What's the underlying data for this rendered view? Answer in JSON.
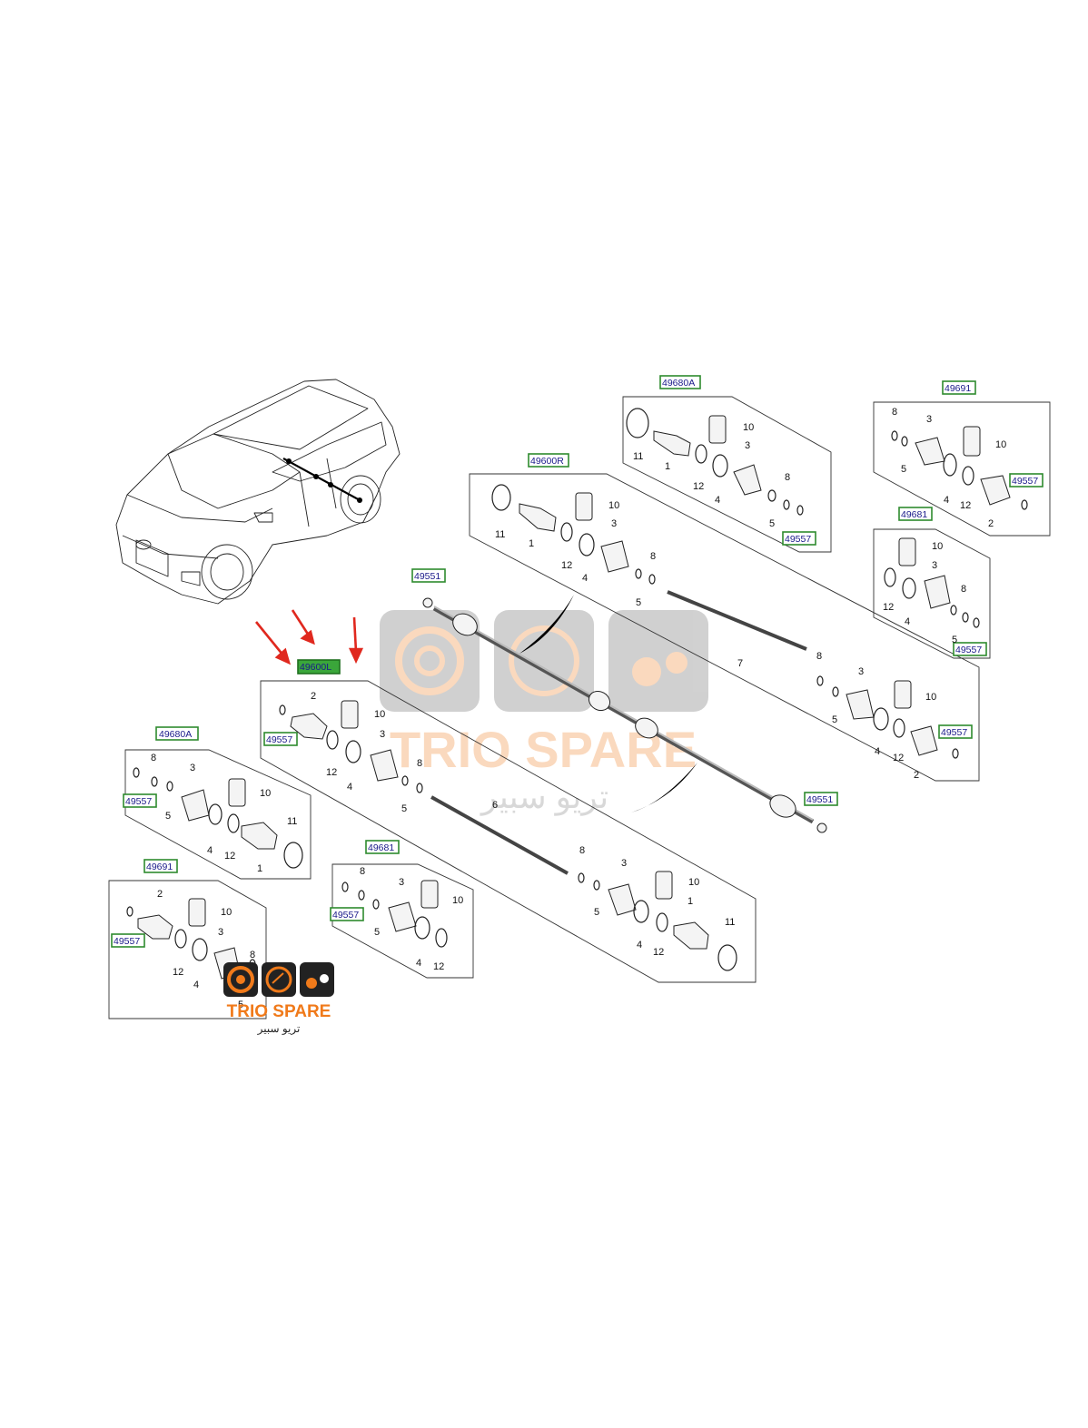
{
  "diagram": {
    "main_label": "49600L",
    "left_front_shaft_label": "49600R",
    "groups": {
      "top_a": {
        "ref": "49680A",
        "numbers": [
          "11",
          "1",
          "10",
          "12",
          "4",
          "3",
          "5",
          "8"
        ],
        "sub_ref": "49557"
      },
      "top_b": {
        "ref": "49691",
        "numbers": [
          "8",
          "3",
          "10",
          "5",
          "4",
          "12",
          "2"
        ],
        "sub_ref": "49557"
      },
      "mid_b": {
        "ref": "49681",
        "numbers": [
          "10",
          "3",
          "12",
          "4",
          "8",
          "5"
        ],
        "sub_ref": "49557"
      },
      "shaft_r": {
        "ref": "49600R",
        "numbers": [
          "11",
          "1",
          "10",
          "12",
          "4",
          "3",
          "5",
          "8",
          "7",
          "8",
          "3",
          "10",
          "5",
          "4",
          "12",
          "2"
        ],
        "sub_ref": "49557"
      },
      "shaft_l": {
        "ref": "49600L",
        "numbers": [
          "2",
          "10",
          "12",
          "4",
          "3",
          "5",
          "8",
          "6",
          "8",
          "5",
          "3",
          "10",
          "4",
          "12",
          "1",
          "11"
        ],
        "sub_ref": "49557"
      },
      "left_a": {
        "ref": "49680A",
        "numbers": [
          "8",
          "3",
          "5",
          "10",
          "4",
          "12",
          "11",
          "1"
        ],
        "sub_ref": "49557"
      },
      "left_b": {
        "ref": "49691",
        "numbers": [
          "2",
          "10",
          "12",
          "4",
          "3",
          "8",
          "5"
        ],
        "sub_ref": "49557"
      },
      "left_c": {
        "ref": "49681",
        "numbers": [
          "8",
          "3",
          "10",
          "5",
          "4",
          "12"
        ],
        "sub_ref": "49557"
      }
    },
    "nut_ref_top": "49551",
    "nut_ref_bottom": "49551"
  },
  "watermark": {
    "brand": "TRIO SPARE",
    "arabic": "تريو سبير"
  },
  "logo": {
    "brand": "TRIO SPARE",
    "arabic": "تريو سبير"
  },
  "colors": {
    "arrow": "#e0281e",
    "highlight": "#3aa63a",
    "ref_border": "#2e8b2e",
    "logo_orange": "#f07a1a"
  }
}
